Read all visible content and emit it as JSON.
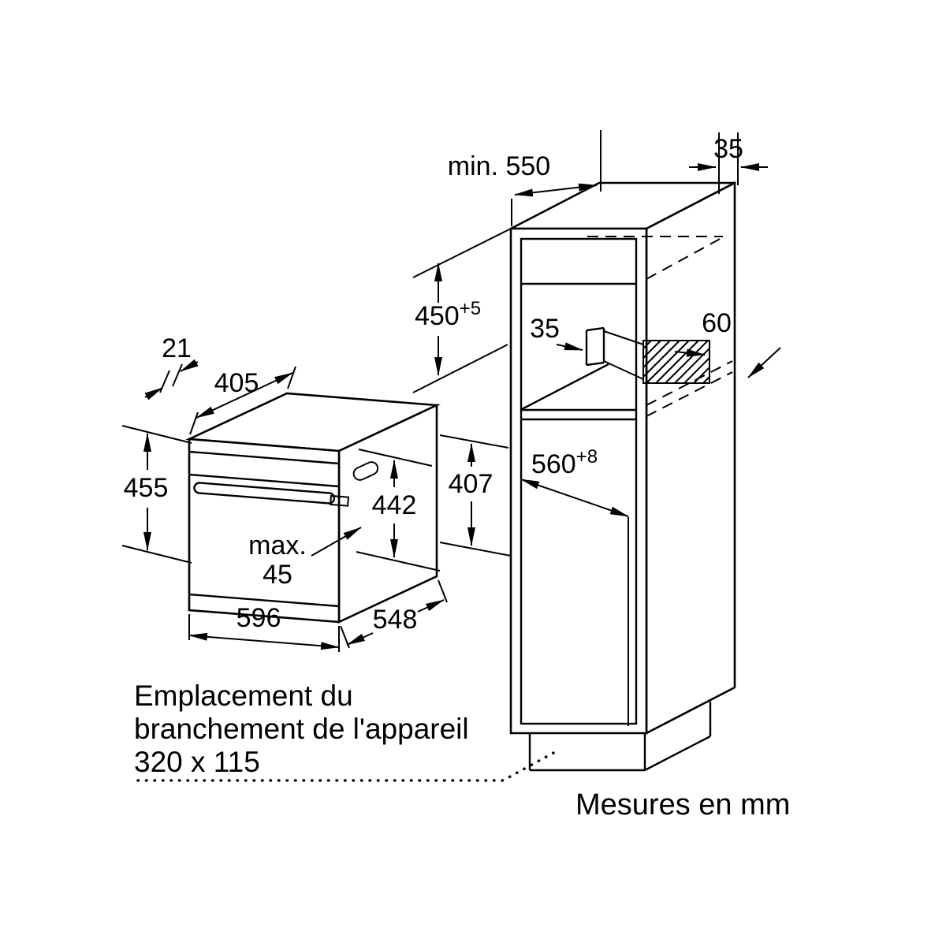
{
  "cabinet": {
    "depth_min": "min. 550",
    "top_clearance": "35",
    "niche_height": "450",
    "niche_height_tol": "+5",
    "rail_offset": "35",
    "vent_depth": "60",
    "niche_width": "560",
    "niche_width_tol": "+8"
  },
  "appliance": {
    "door_thickness": "21",
    "body_depth": "405",
    "height": "455",
    "body_height": "442",
    "side_height": "407",
    "max_label": "max.",
    "max_value": "45",
    "width": "596",
    "depth": "548"
  },
  "notes": {
    "connection_line1": "Emplacement du",
    "connection_line2": "branchement de l'appareil",
    "connection_line3": "320 x 115",
    "units": "Mesures en mm"
  }
}
